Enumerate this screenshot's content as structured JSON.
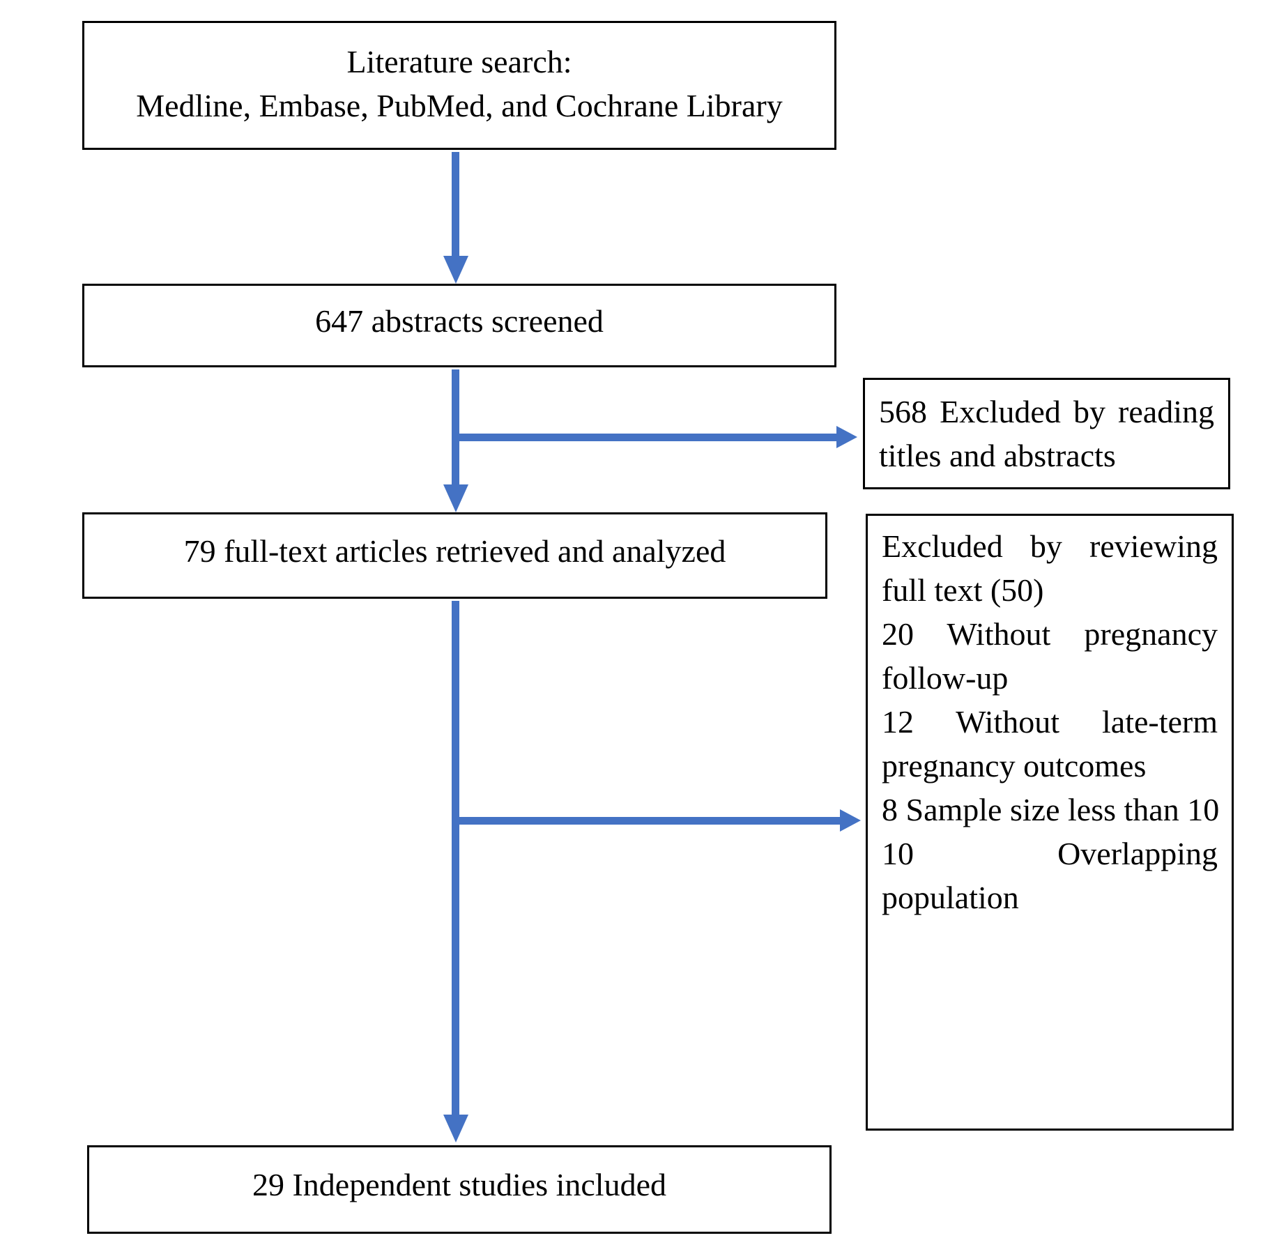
{
  "boxes": {
    "search": {
      "lines": [
        "Literature search:",
        "Medline, Embase, PubMed, and Cochrane Library"
      ]
    },
    "screened": {
      "text": "647 abstracts screened"
    },
    "excluded_titles": {
      "lines": [
        "568 Excluded by reading",
        "titles and abstracts"
      ]
    },
    "fulltext": {
      "text": "79 full-text articles retrieved and analyzed"
    },
    "excluded_fulltext": {
      "lines": [
        "Excluded by reviewing",
        "full text (50)",
        "20 Without pregnancy",
        "follow-up",
        "12 Without late-term",
        "pregnancy outcomes",
        "8 Sample size less than 10",
        "10 Overlapping",
        "population"
      ]
    },
    "included": {
      "text": "29 Independent studies included"
    }
  },
  "colors": {
    "arrow": "#4472C4",
    "border": "#000000",
    "bg": "#FFFFFF",
    "text": "#000000"
  }
}
